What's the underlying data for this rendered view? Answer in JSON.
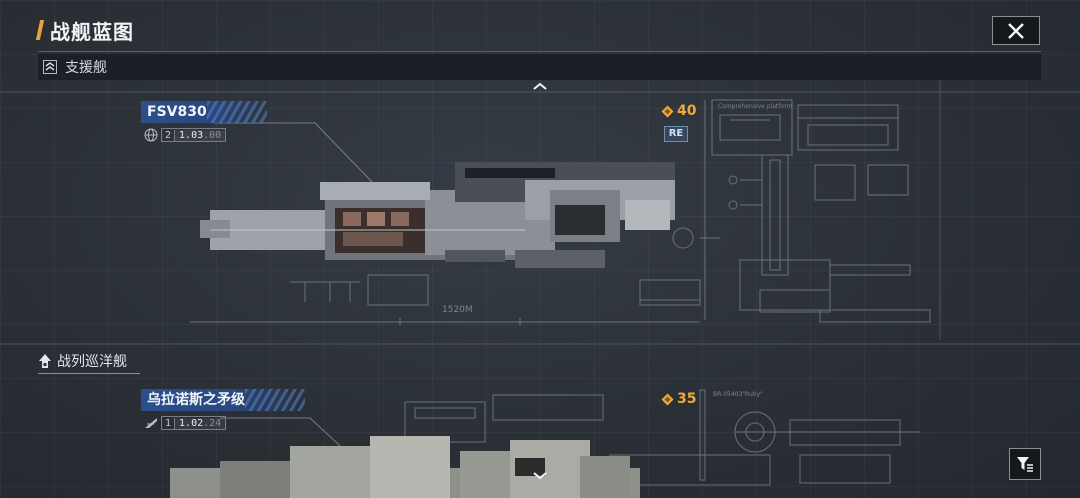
{
  "header": {
    "title": "战舰蓝图"
  },
  "section_bar": {
    "label": "支援舰",
    "icon": "support-ship-icon"
  },
  "ships": [
    {
      "name": "FSV830",
      "level": "2",
      "version": "1.03",
      "version_suffix": ".00",
      "class_icon": "globe-icon",
      "cost": "40",
      "badge": "RE",
      "blueprint_label": "Comprehensive platform",
      "length_label": "1520M"
    },
    {
      "name": "乌拉诺斯之矛级",
      "level": "1",
      "version": "1.02",
      "version_suffix": ".24",
      "class_icon": "cruiser-class-icon",
      "cost": "35",
      "blueprint_label": "BR-05403\"Ruby\""
    }
  ],
  "group": {
    "label": "战列巡洋舰",
    "icon": "battlecruiser-icon"
  },
  "controls": {
    "close_icon": "close-icon",
    "filter_icon": "filter-icon",
    "scroll_up_icon": "chevron-up-icon",
    "scroll_down_icon": "chevron-down-icon"
  },
  "colors": {
    "accent": "#e9a23b",
    "cost": "#f0a93a",
    "tag_blue": "#2c4f8c",
    "background": "#2b3038"
  }
}
